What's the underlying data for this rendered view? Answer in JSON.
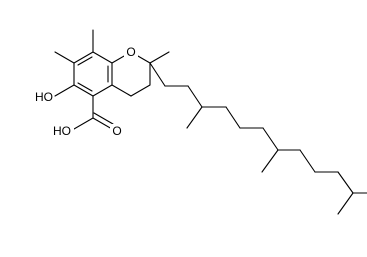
{
  "molecule": {
    "atom_labels": {
      "ring_oxygen": "O",
      "hydroxyl": "HO",
      "acid_oxygen": "O",
      "acid_hydroxyl": "HO"
    }
  }
}
